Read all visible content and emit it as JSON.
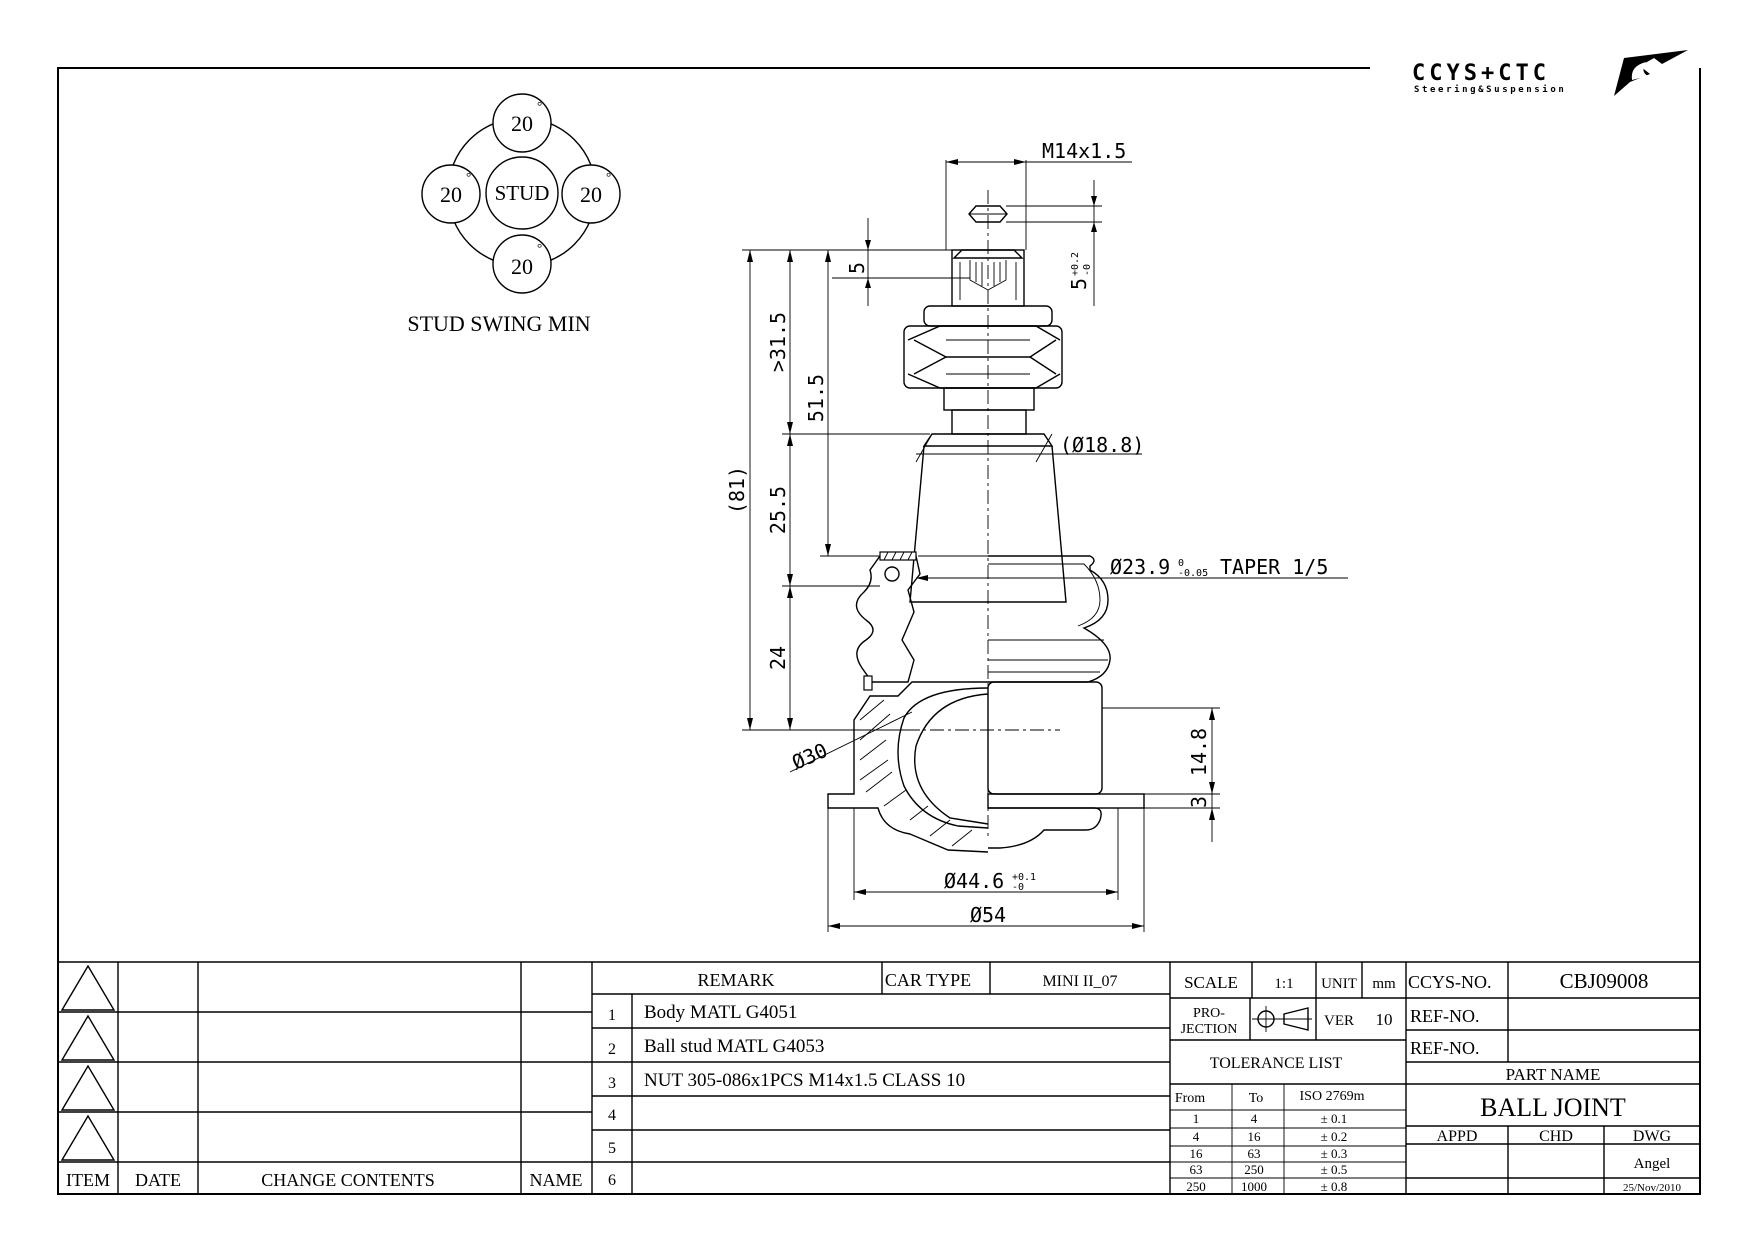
{
  "logo": {
    "wordmark": "CCYS+CTC",
    "tagline": "Steering&Suspension"
  },
  "swing": {
    "top": "20",
    "left": "20",
    "right": "20",
    "bottom": "20",
    "center": "STUD",
    "degree": "°",
    "caption": "STUD SWING MIN"
  },
  "dims": {
    "thread": "M14x1.5",
    "d5": "5",
    "d5tol": "5",
    "d5tol_sup": "+0.2",
    "d5tol_sub": "-0",
    "d31_5": ">31.5",
    "d51_5": "51.5",
    "d81": "(81)",
    "d25_5": "25.5",
    "d24": "24",
    "dia18_8": "(Ø18.8)",
    "dia23_9": "Ø23.9",
    "dia23_9_sup": "0",
    "dia23_9_sub": "-0.05",
    "taper": "TAPER 1/5",
    "dia30": "Ø30",
    "d14_8": "14.8",
    "d3": "3",
    "dia44_6": "Ø44.6",
    "dia44_6_sup": "+0.1",
    "dia44_6_sub": "-0",
    "dia54": "Ø54"
  },
  "revision": {
    "headers": {
      "item": "ITEM",
      "date": "DATE",
      "change": "CHANGE CONTENTS",
      "name": "NAME"
    }
  },
  "remarks": {
    "header": "REMARK",
    "car_type_label": "CAR TYPE",
    "car_type": "MINI II_07",
    "rows": [
      {
        "no": "1",
        "text": "Body MATL G4051"
      },
      {
        "no": "2",
        "text": "Ball stud MATL G4053"
      },
      {
        "no": "3",
        "text": "NUT 305-086x1PCS M14x1.5 CLASS 10"
      },
      {
        "no": "4",
        "text": ""
      },
      {
        "no": "5",
        "text": ""
      },
      {
        "no": "6",
        "text": ""
      }
    ]
  },
  "spec": {
    "scale_label": "SCALE",
    "scale": "1:1",
    "unit_label": "UNIT",
    "unit": "mm",
    "projection_line1": "PRO-",
    "projection_line2": "JECTION",
    "ver_label": "VER",
    "ver": "10",
    "tolerance_title": "TOLERANCE LIST",
    "tol_headers": {
      "from": "From",
      "to": "To",
      "iso": "ISO 2769m"
    },
    "tol_rows": [
      {
        "from": "1",
        "to": "4",
        "tol": "± 0.1"
      },
      {
        "from": "4",
        "to": "16",
        "tol": "± 0.2"
      },
      {
        "from": "16",
        "to": "63",
        "tol": "± 0.3"
      },
      {
        "from": "63",
        "to": "250",
        "tol": "± 0.5"
      },
      {
        "from": "250",
        "to": "1000",
        "tol": "± 0.8"
      }
    ]
  },
  "title_block": {
    "ccys_label": "CCYS-NO.",
    "ccys_no": "CBJ09008",
    "ref_label_1": "REF-NO.",
    "ref_label_2": "REF-NO.",
    "part_name_label": "PART NAME",
    "part_name": "BALL JOINT",
    "appd": "APPD",
    "chd": "CHD",
    "dwg": "DWG",
    "drawer": "Angel",
    "date": "25/Nov/2010"
  }
}
